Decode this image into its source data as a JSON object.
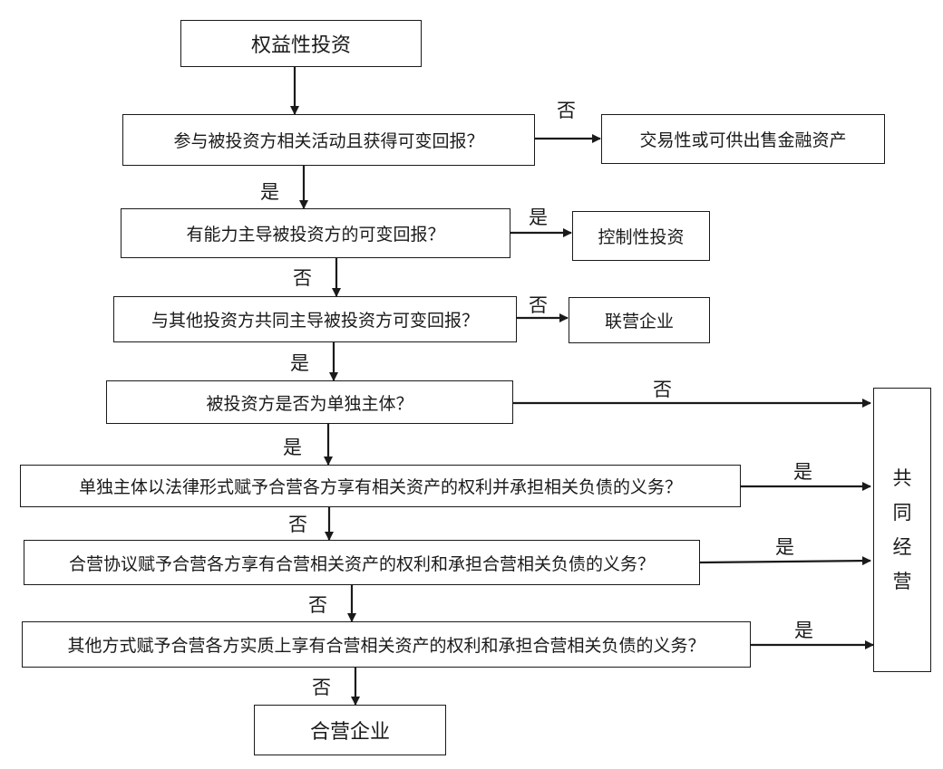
{
  "nodes": {
    "equity_investment": "权益性投资",
    "q_participate": "参与被投资方相关活动且获得可变回报？",
    "trading_or_afs": "交易性或可供出售金融资产",
    "q_power": "有能力主导被投资方的可变回报？",
    "controlling": "控制性投资",
    "q_joint_control": "与其他投资方共同主导被投资方可变回报？",
    "associate": "联营企业",
    "q_separate_vehicle": "被投资方是否为单独主体？",
    "q_legal_form": "单独主体以法律形式赋予合营各方享有相关资产的权利并承担相关负债的义务？",
    "q_contract": "合营协议赋予合营各方享有合营相关资产的权利和承担合营相关负债的义务？",
    "q_other": "其他方式赋予合营各方实质上享有合营相关资产的权利和承担合营相关负债的义务？",
    "joint_venture": "合营企业",
    "joint_operation": [
      "共",
      "同",
      "经",
      "营"
    ]
  },
  "edge_labels": {
    "participate_no": "否",
    "participate_yes": "是",
    "power_yes": "是",
    "power_no": "否",
    "joint_no": "否",
    "joint_yes": "是",
    "separate_no": "否",
    "separate_yes": "是",
    "legal_yes": "是",
    "legal_no": "否",
    "contract_yes": "是",
    "contract_no": "否",
    "other_yes": "是",
    "other_no": "否"
  }
}
